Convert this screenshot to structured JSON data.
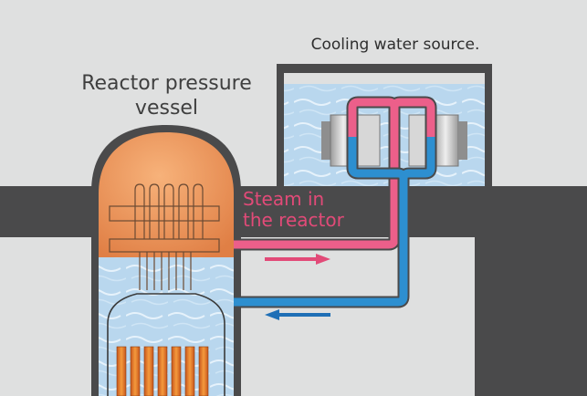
{
  "labels": {
    "reactor_pressure_vessel_line1": "Reactor pressure",
    "reactor_pressure_vessel_line2": "vessel",
    "cooling_water_source": "Cooling water source.",
    "steam_line1": "Steam in",
    "steam_line2": "the reactor"
  },
  "icons": {
    "steam_flow_arrow": "arrow-right",
    "water_flow_arrow": "arrow-left"
  },
  "colors": {
    "background": "#dfe0e0",
    "wall": "#4a4a4b",
    "steam_dome": "#e9925a",
    "water": "#b9d7ee",
    "steam_pipe": "#ec5f8a",
    "water_pipe": "#2d8fd0",
    "fuel_rods": "#e3752f",
    "steam_text": "#e24a78"
  }
}
